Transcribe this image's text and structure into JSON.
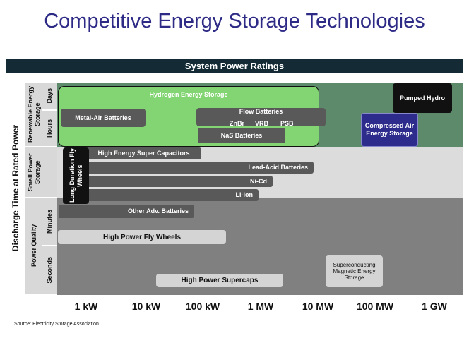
{
  "title": "Competitive Energy Storage Technologies",
  "header": "System Power Ratings",
  "y_axis_title": "Discharge Time at Rated Power",
  "categories": {
    "renewable": "Renewable Energy Storage",
    "small_power": "Small Power Storage",
    "power_quality": "Power Quality"
  },
  "sub_labels": {
    "days": "Days",
    "hours": "Hours",
    "minutes": "Minutes",
    "seconds": "Seconds"
  },
  "technologies": {
    "hydrogen": "Hydrogen Energy Storage",
    "metal_air": "Metal-Air Batteries",
    "flow": "Flow Batteries",
    "flow_znbr": "ZnBr",
    "flow_vrb": "VRB",
    "flow_psb": "PSB",
    "nas": "NaS Batteries",
    "pumped_hydro": "Pumped Hydro",
    "caes": "Compressed Air Energy Storage",
    "long_flywheel": "Long Duration Fly Wheels",
    "supercap_he": "High Energy Super Capacitors",
    "lead_acid": "Lead-Acid Batteries",
    "ni_cd": "Ni-Cd",
    "li_ion": "Li-ion",
    "other_adv": "Other Adv. Batteries",
    "hp_flywheel": "High Power Fly Wheels",
    "hp_supercap": "High Power Supercaps",
    "smes": "Superconducting Magnetic Energy Storage"
  },
  "x_ticks": [
    "1 kW",
    "10 kW",
    "100 kW",
    "1 MW",
    "10 MW",
    "100 MW",
    "1 GW"
  ],
  "source": "Source:  Electricity Storage Association",
  "colors": {
    "title": "#2e2b86",
    "header_bar": "#142b36",
    "band_renewable": "#5c8a6a",
    "band_small_power": "#dcdcdc",
    "band_power_quality": "#808080",
    "hydrogen": "#83d574",
    "caes": "#2d2b8c"
  }
}
